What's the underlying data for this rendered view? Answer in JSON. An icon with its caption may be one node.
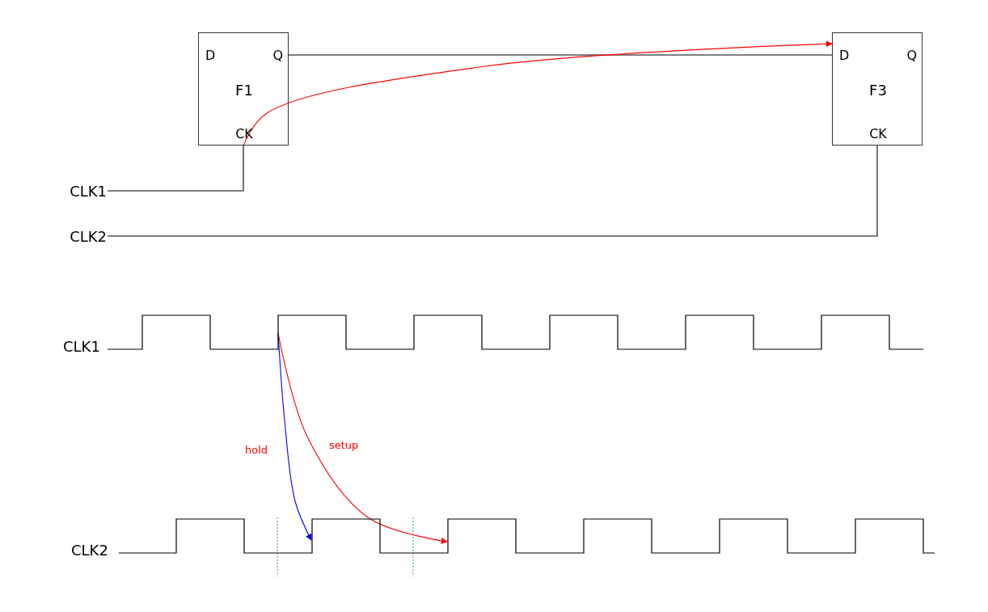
{
  "diagram": {
    "nodes": [
      {
        "text": [
          "D",
          "Q",
          "F1",
          "CK"
        ]
      },
      {
        "text": [
          "D",
          "Q",
          "F3",
          "CK"
        ]
      },
      {
        "text": [
          "CLK1"
        ]
      },
      {
        "text": [
          "CLK2"
        ]
      },
      {
        "text": [
          "CLK1"
        ]
      },
      {
        "text": [
          "CLK2"
        ]
      }
    ],
    "edges": [
      {
        "from": 0,
        "to": 1,
        "arrow": "none"
      },
      {
        "from": 2,
        "to": 0,
        "arrow": "none"
      },
      {
        "from": 3,
        "to": 1,
        "arrow": "none"
      },
      {
        "from": 0,
        "to": 1,
        "arrow": "to",
        "color": "#ff0000"
      },
      {
        "from": 4,
        "to": 5,
        "arrow": "to",
        "label": "hold",
        "color": "#0000ff"
      },
      {
        "from": 4,
        "to": 5,
        "arrow": "to",
        "label": "setup",
        "color": "#ff0000"
      }
    ]
  }
}
